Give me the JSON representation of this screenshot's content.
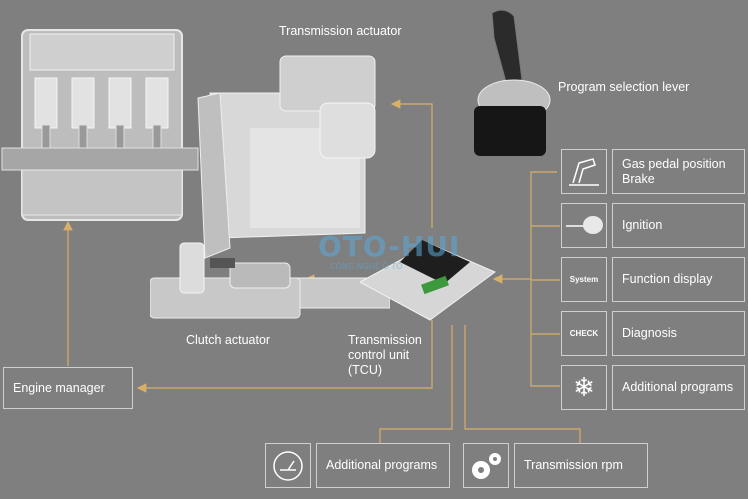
{
  "labels": {
    "transmission_actuator": "Transmission actuator",
    "program_selection_lever": "Program selection lever",
    "clutch_actuator": "Clutch actuator",
    "tcu_line1": "Transmission",
    "tcu_line2": "control unit",
    "tcu_line3": "(TCU)"
  },
  "boxes": {
    "engine_manager": "Engine manager",
    "gas_pedal_line1": "Gas pedal position",
    "gas_pedal_line2": "Brake",
    "ignition": "Ignition",
    "function_display": "Function display",
    "diagnosis": "Diagnosis",
    "additional_programs_right": "Additional programs",
    "additional_programs_bottom": "Additional programs",
    "transmission_rpm": "Transmission rpm"
  },
  "icons": {
    "system": "System",
    "check": "CHECK",
    "gas_pedal_brake": "gas-pedal-brake-icon",
    "ignition": "ignition-key-icon",
    "snowflake": "snowflake-icon",
    "speedometer": "speedometer-icon",
    "gears": "gears-icon"
  },
  "watermark": {
    "text": "OTO-HUI",
    "subtext": "CÔNG NGHỆ Ô TÔ"
  },
  "colors": {
    "background": "#7f7f7f",
    "connector": "#d8b06a",
    "box_border": "#cfcfcf",
    "text": "#ffffff"
  }
}
